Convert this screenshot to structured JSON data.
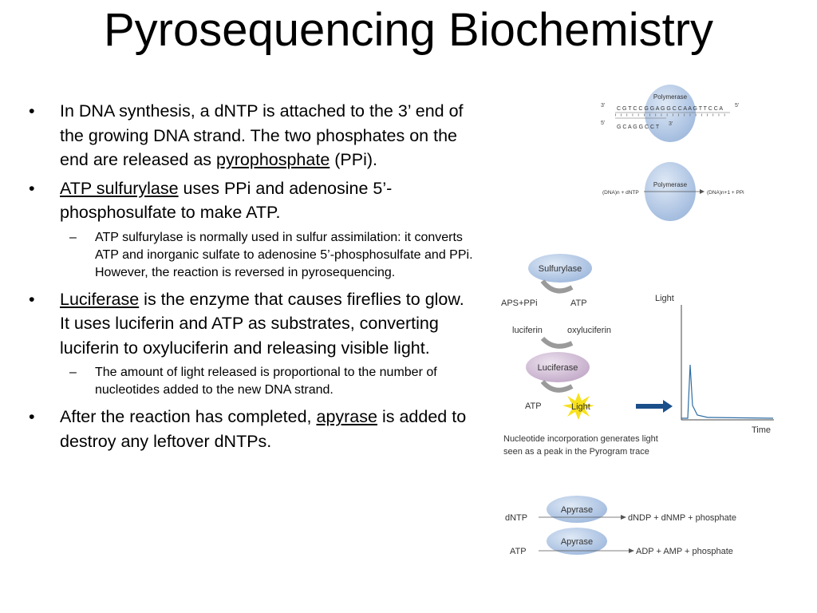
{
  "slide": {
    "title": "Pyrosequencing Biochemistry",
    "bullet_symbol": "•",
    "dash_symbol": "–",
    "bullets": [
      {
        "pre": "",
        "link": "",
        "text": "In DNA synthesis, a dNTP is attached to the 3’ end of the growing DNA strand.  The two phosphates on the end are released as ",
        "link2": "pyrophosphate",
        "post": " (PPi)."
      },
      {
        "link": "ATP sulfurylase",
        "text": " uses PPi and adenosine 5’-phosphosulfate  to make ATP."
      },
      {
        "link": "Luciferase",
        "text": " is the enzyme that causes fireflies to glow.  It uses luciferin and ATP as substrates, converting luciferin to oxyluciferin and releasing visible light."
      },
      {
        "pre": "After the reaction has completed, ",
        "link": "apyrase",
        "post": " is added to destroy any leftover dNTPs."
      }
    ],
    "subbullets": [
      "ATP sulfurylase  is normally used in sulfur assimilation: it converts ATP and inorganic sulfate to adenosine 5’-phosphosulfate and PPi.  However, the reaction is reversed in pyrosequencing.",
      "The amount of light released is proportional to the number of nucleotides added to the new DNA strand."
    ]
  },
  "figure_polymerase": {
    "enzyme": "Polymerase",
    "top_strand": "C G T C C G G A G G C C A A G T T C C A",
    "bottom_strand": "G C A G G C C T",
    "label_3_top": "3’",
    "label_5_top": "5’",
    "label_5_bottom": "5’",
    "label_3_bottom": "3’",
    "reaction_left": "(DNA)n + dNTP",
    "reaction_right": "(DNA)n+1 + PPi"
  },
  "figure_light": {
    "sulfurylase": "Sulfurylase",
    "aps_ppi": "APS+PPi",
    "atp_top": "ATP",
    "luciferin": "luciferin",
    "oxyluciferin": "oxyluciferin",
    "luciferase": "Luciferase",
    "atp_bottom": "ATP",
    "light_burst": "Light",
    "axis_y": "Light",
    "axis_x": "Time",
    "caption_1": "Nucleotide incorporation generates light",
    "caption_2": "seen as a peak in the Pyrogram trace",
    "accent": "#1b4f8a"
  },
  "figure_apyrase": {
    "enzyme": "Apyrase",
    "row1_left": "dNTP",
    "row1_right": "dNDP + dNMP + phosphate",
    "row2_left": "ATP",
    "row2_right": "ADP + AMP + phosphate"
  }
}
